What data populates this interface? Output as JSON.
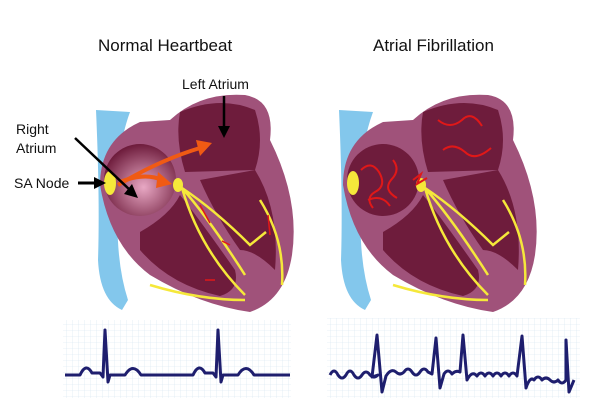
{
  "panels": [
    {
      "title": "Normal Heartbeat",
      "rhythm": "normal"
    },
    {
      "title": "Atrial Fibrillation",
      "rhythm": "afib"
    }
  ],
  "labels": {
    "left_atrium": "Left Atrium",
    "right_atrium": "Right Atrium",
    "sa_node": "SA Node"
  },
  "colors": {
    "heart_wall": "#a0527a",
    "chamber": "#6e1c3c",
    "conduction": "#f5e83a",
    "signal_arrow": "#f05a14",
    "vessel": "#5ab4e6",
    "ecg_trace": "#1e1e6e",
    "ecg_grid": "#c8dcea"
  }
}
